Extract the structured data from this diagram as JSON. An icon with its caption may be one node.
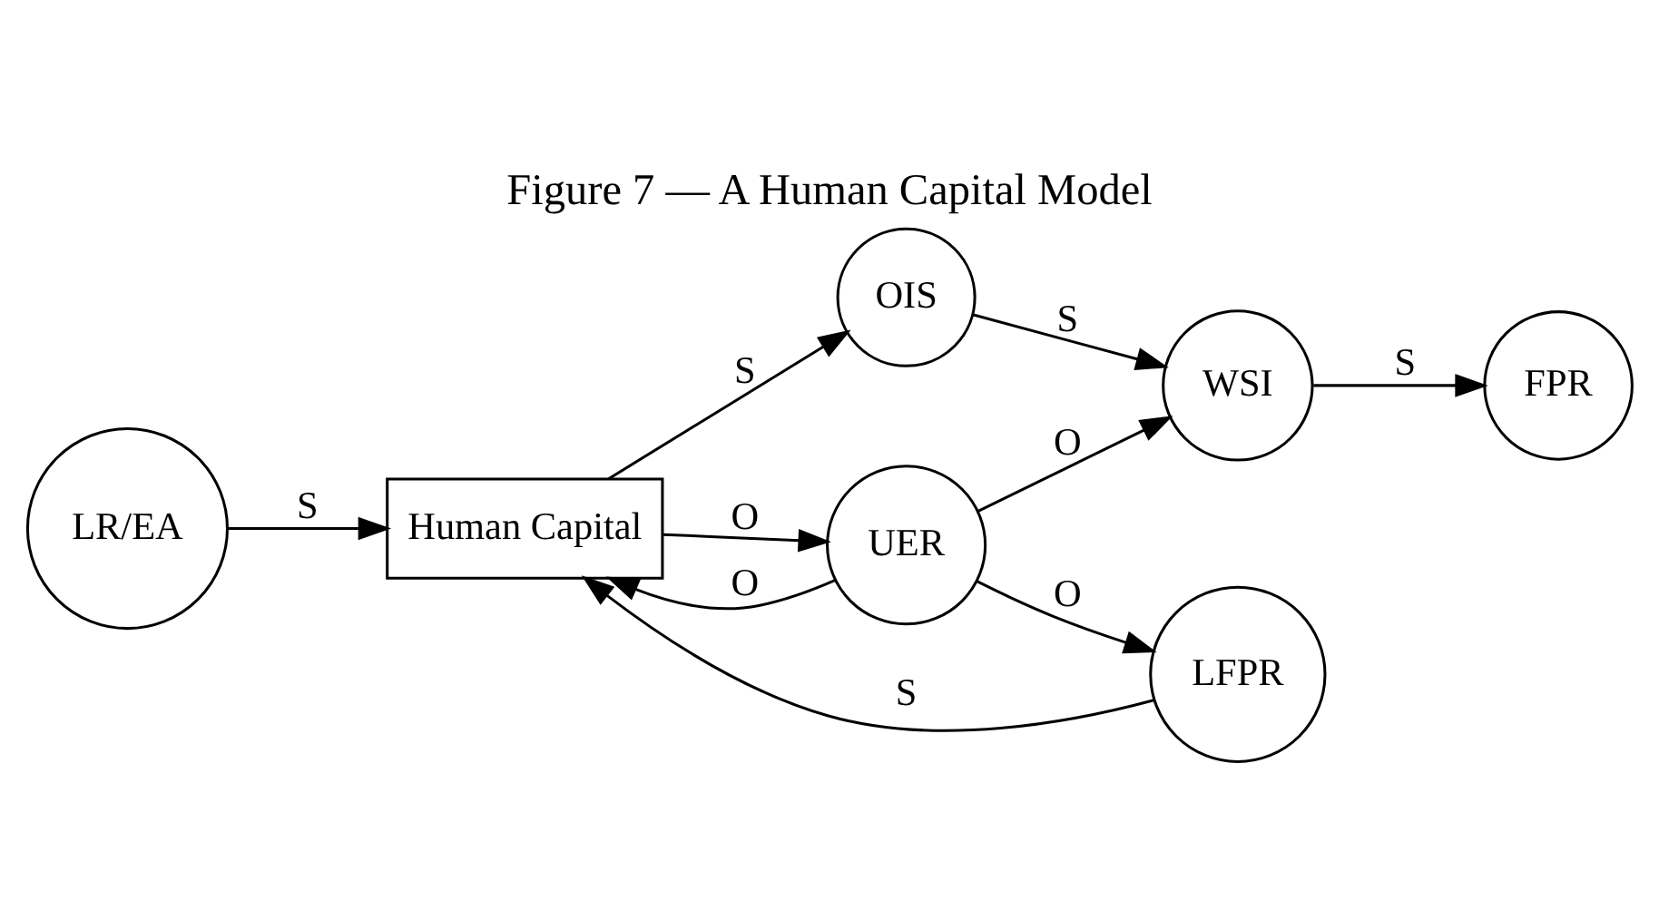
{
  "diagram": {
    "title": "Figure 7 — A Human Capital Model",
    "nodes": [
      {
        "text": [
          "LR/EA"
        ]
      },
      {
        "text": [
          "Human Capital"
        ]
      },
      {
        "text": [
          "OIS"
        ]
      },
      {
        "text": [
          "WSI"
        ]
      },
      {
        "text": [
          "FPR"
        ]
      },
      {
        "text": [
          "LFPR"
        ]
      },
      {
        "text": [
          "UER"
        ]
      }
    ],
    "edges": [
      {
        "from": 0,
        "to": 1,
        "arrow": "to",
        "label": "S"
      },
      {
        "from": 1,
        "to": 2,
        "arrow": "to",
        "label": "S"
      },
      {
        "from": 2,
        "to": 3,
        "arrow": "to",
        "label": "S"
      },
      {
        "from": 3,
        "to": 4,
        "arrow": "to",
        "label": "S"
      },
      {
        "from": 1,
        "to": 6,
        "arrow": "to",
        "label": "O"
      },
      {
        "from": 6,
        "to": 1,
        "arrow": "to",
        "label": "O"
      },
      {
        "from": 5,
        "to": 1,
        "arrow": "to",
        "label": "S"
      },
      {
        "from": 6,
        "to": 5,
        "arrow": "to",
        "label": "O"
      },
      {
        "from": 6,
        "to": 3,
        "arrow": "to",
        "label": "O"
      }
    ]
  }
}
